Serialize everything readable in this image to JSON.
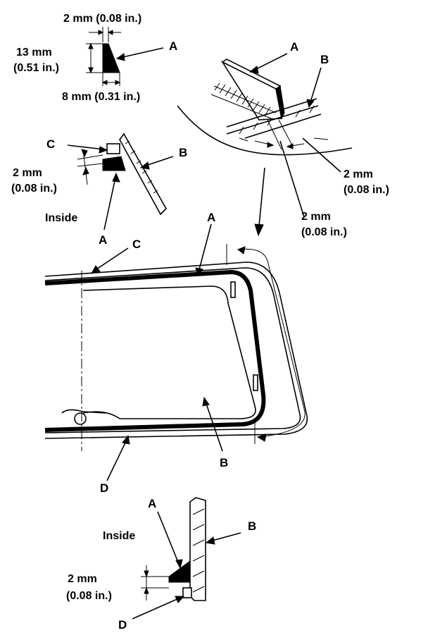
{
  "dimensions": {
    "width_2mm": "2 mm (0.08 in.)",
    "height_13mm_a": "13 mm",
    "height_13mm_b": "(0.51 in.)",
    "base_8mm": "8 mm (0.31 in.)",
    "gap_2mm_a": "2 mm",
    "gap_2mm_b": "(0.08 in.)"
  },
  "labels": {
    "a": "A",
    "b": "B",
    "c": "C",
    "d": "D",
    "inside": "Inside"
  }
}
